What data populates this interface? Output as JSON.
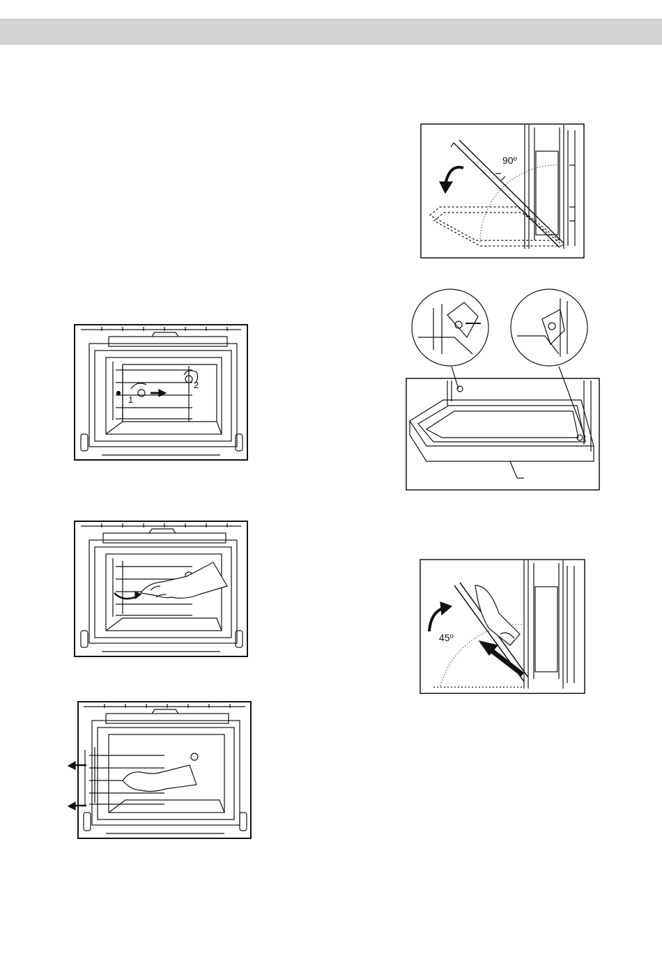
{
  "header": {
    "band_color": "#d3d3d3"
  },
  "figures": {
    "shelf_removal_step1": {
      "callout_1": "1",
      "callout_2": "2"
    },
    "door_rotate": {
      "angle": "90º"
    },
    "door_insert": {
      "angle": "45º"
    }
  }
}
